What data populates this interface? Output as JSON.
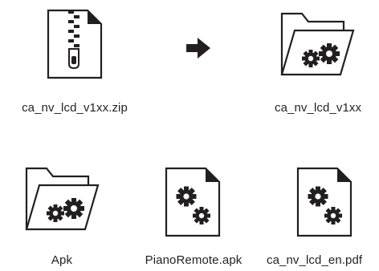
{
  "colors": {
    "stroke": "#231f20",
    "fill": "#ffffff",
    "gear": "#231f20"
  },
  "icons": {
    "zip": "zip-file-icon",
    "arrow": "arrow-right-icon",
    "folder": "folder-with-gears-icon",
    "file_gears": "file-with-gears-icon"
  },
  "items": {
    "zip_file": {
      "label": "ca_nv_lcd_v1xx.zip"
    },
    "extracted_folder": {
      "label": "ca_nv_lcd_v1xx"
    },
    "apk_folder": {
      "label": "Apk"
    },
    "apk_file": {
      "label": "PianoRemote.apk"
    },
    "manual_file": {
      "label": "ca_nv_lcd_en.pdf"
    }
  }
}
